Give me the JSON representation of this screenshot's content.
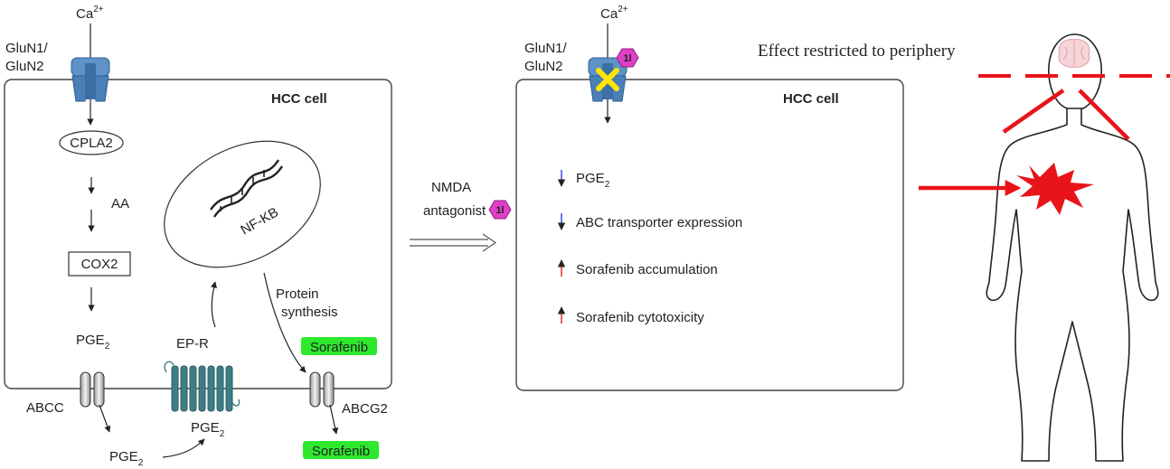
{
  "left_panel": {
    "ion": "Ca",
    "ion_charge": "2+",
    "receptor_line1": "GluN1/",
    "receptor_line2": "GluN2",
    "cell_title": "HCC cell",
    "cpla2": "CPLA2",
    "aa": "AA",
    "cox2": "COX2",
    "pge_top": "PGE",
    "pge_sub": "2",
    "nfkb": "NF-KB",
    "ep_r": "EP-R",
    "protein_line1": "Protein",
    "protein_line2": "synthesis",
    "sorafenib_in": "Sorafenib",
    "abcc": "ABCC",
    "abcg2": "ABCG2",
    "pge_out_left": "PGE",
    "pge_out_right": "PGE",
    "sorafenib_out": "Sorafenib"
  },
  "middle": {
    "line1": "NMDA",
    "line2": "antagonist",
    "compound": "1l"
  },
  "right_panel": {
    "ion": "Ca",
    "ion_charge": "2+",
    "receptor_line1": "GluN1/",
    "receptor_line2": "GluN2",
    "compound": "1l",
    "cell_title": "HCC cell",
    "effects": [
      {
        "direction": "down",
        "text": "PGE",
        "sub": "2"
      },
      {
        "direction": "down",
        "text": "ABC transporter expression",
        "sub": ""
      },
      {
        "direction": "up",
        "text": "Sorafenib accumulation",
        "sub": ""
      },
      {
        "direction": "up",
        "text": "Sorafenib cytotoxicity",
        "sub": ""
      }
    ]
  },
  "body_panel": {
    "caption": "Effect  restricted to periphery"
  },
  "colors": {
    "receptor": "#4a7fb8",
    "compound_hex": "#e040c8",
    "sorafenib_box": "#2ee82e",
    "block_x": "#ffe600",
    "down_arrow": "#2a3fd6",
    "up_arrow": "#e02020",
    "red_marker": "#e8141a",
    "ep_r": "#3f7d85"
  }
}
